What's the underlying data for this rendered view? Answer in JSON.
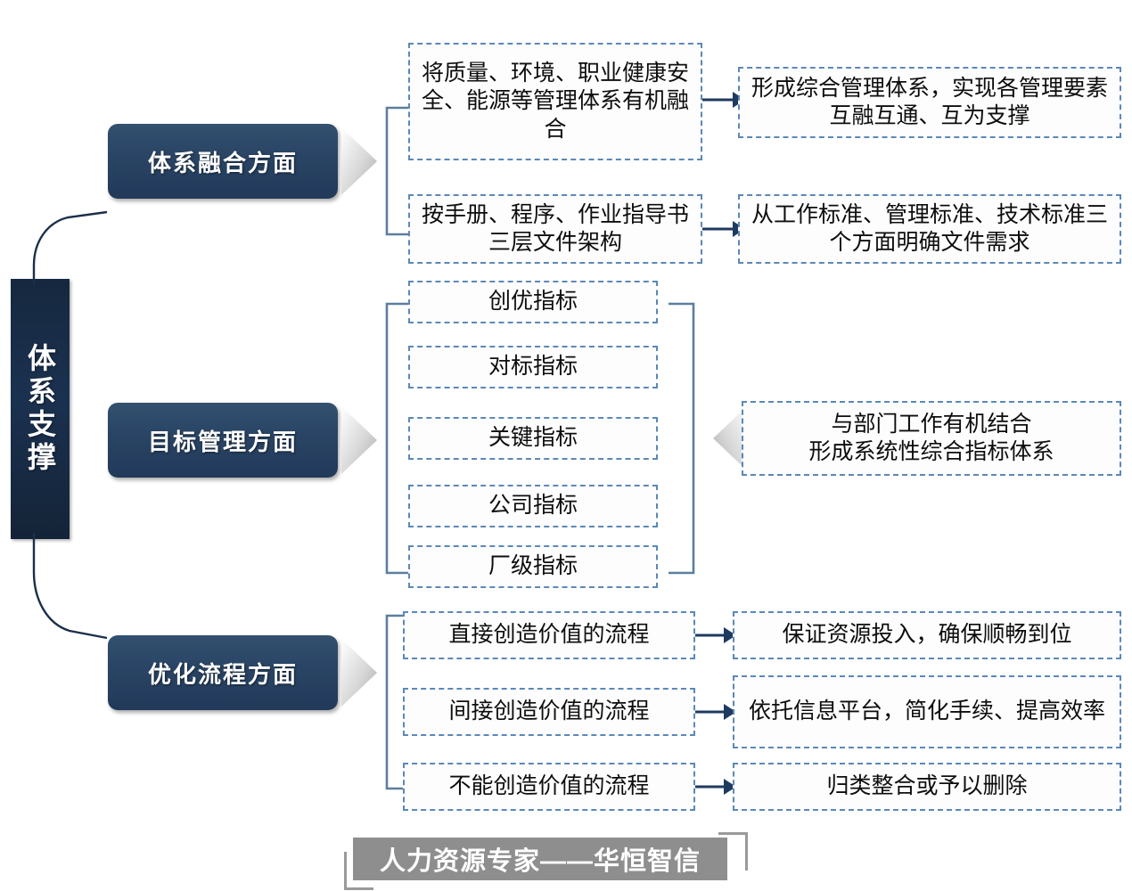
{
  "diagram": {
    "spine_label": "体系支撑",
    "sections": [
      {
        "id": "system-integration",
        "title": "体系融合方面",
        "rows": [
          {
            "left": "将质量、环境、职业健康安全、能源等管理体系有机融合",
            "right": "形成综合管理体系，实现各管理要素互融互通、互为支撑",
            "arrow": "right"
          },
          {
            "left": "按手册、程序、作业指导书三层文件架构",
            "right": "从工作标准、管理标准、技术标准三个方面明确文件需求",
            "arrow": "right"
          }
        ]
      },
      {
        "id": "goal-management",
        "title": "目标管理方面",
        "items": [
          "创优指标",
          "对标指标",
          "关键指标",
          "公司指标",
          "厂级指标"
        ],
        "summary": "与部门工作有机结合\n形成系统性综合指标体系",
        "summary_line1": "与部门工作有机结合",
        "summary_line2": "形成系统性综合指标体系",
        "arrow": "left"
      },
      {
        "id": "process-optimization",
        "title": "优化流程方面",
        "rows": [
          {
            "left": "直接创造价值的流程",
            "right": "保证资源投入，确保顺畅到位",
            "arrow": "right"
          },
          {
            "left": "间接创造价值的流程",
            "right": "依托信息平台，简化手续、提高效率",
            "arrow": "right"
          },
          {
            "left": "不能创造价值的流程",
            "right": "归类整合或予以删除",
            "arrow": "right"
          }
        ]
      }
    ],
    "footer": "人力资源专家——华恒智信"
  },
  "colors": {
    "spine_dark": "#16283f",
    "main_box_blue": "#2a4565",
    "dashed_border": "#5b88b8",
    "arrow_navy": "#1f3a5f",
    "bracket_blue": "#5b7f9e",
    "chevron_gray": "#c9c9c9",
    "footer_gray": "#8e8e8e"
  }
}
